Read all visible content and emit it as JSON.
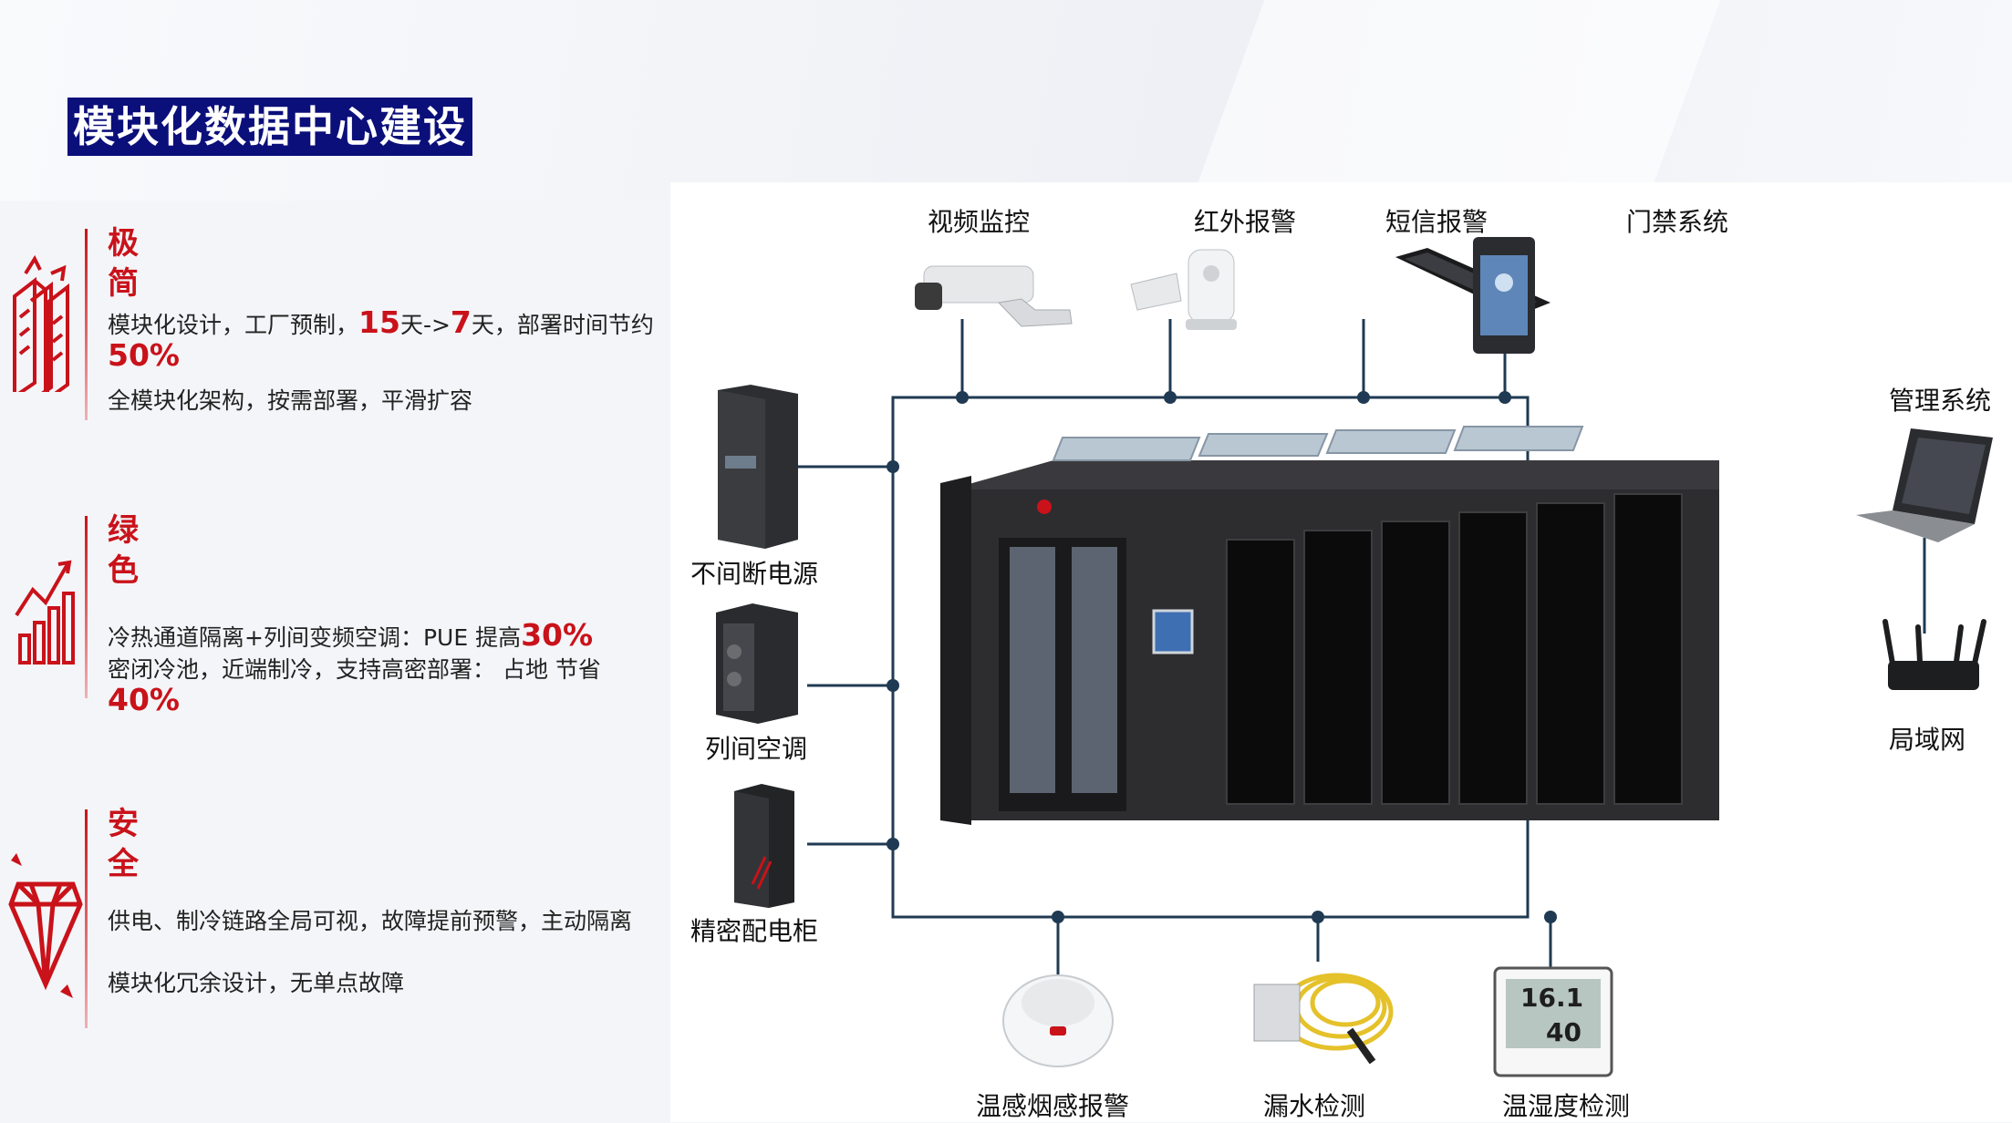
{
  "title": "模块化数据中心建设",
  "features": [
    {
      "icon": "modules-icon",
      "heading": [
        "极",
        "简"
      ],
      "desc1_parts": [
        "模块化设计，工厂预制，",
        "15",
        "天->",
        "7",
        "天，部署时间节约 ",
        "50%"
      ],
      "desc2": "全模块化架构，按需部署，平滑扩容"
    },
    {
      "icon": "growth-chart-icon",
      "heading": [
        "绿",
        "色"
      ],
      "desc1_parts": [
        "冷热通道隔离+列间变频空调：PUE 提高",
        "30%"
      ],
      "desc2_parts": [
        "密闭冷池，近端制冷，支持高密部署： 占地  节省",
        "40%"
      ]
    },
    {
      "icon": "diamond-icon",
      "heading": [
        "安",
        "全"
      ],
      "desc1": "供电、制冷链路全局可视，故障提前预警，主动隔离",
      "desc2": "模块化冗余设计，无单点故障"
    }
  ],
  "diagram": {
    "top_labels": [
      "视频监控",
      "红外报警",
      "短信报警",
      "门禁系统"
    ],
    "left_labels": [
      "不间断电源",
      "列间空调",
      "精密配电柜"
    ],
    "right_labels": [
      "管理系统",
      "局域网"
    ],
    "bottom_labels": [
      "温感烟感报警",
      "漏水检测",
      "温湿度检测"
    ],
    "hygrometer_readings": [
      "16.1",
      "40"
    ],
    "colors": {
      "line": "#1f3a52",
      "rack": "#2c2c2e",
      "accent": "#c9121a",
      "title_bg": "#0b0f7a"
    }
  }
}
